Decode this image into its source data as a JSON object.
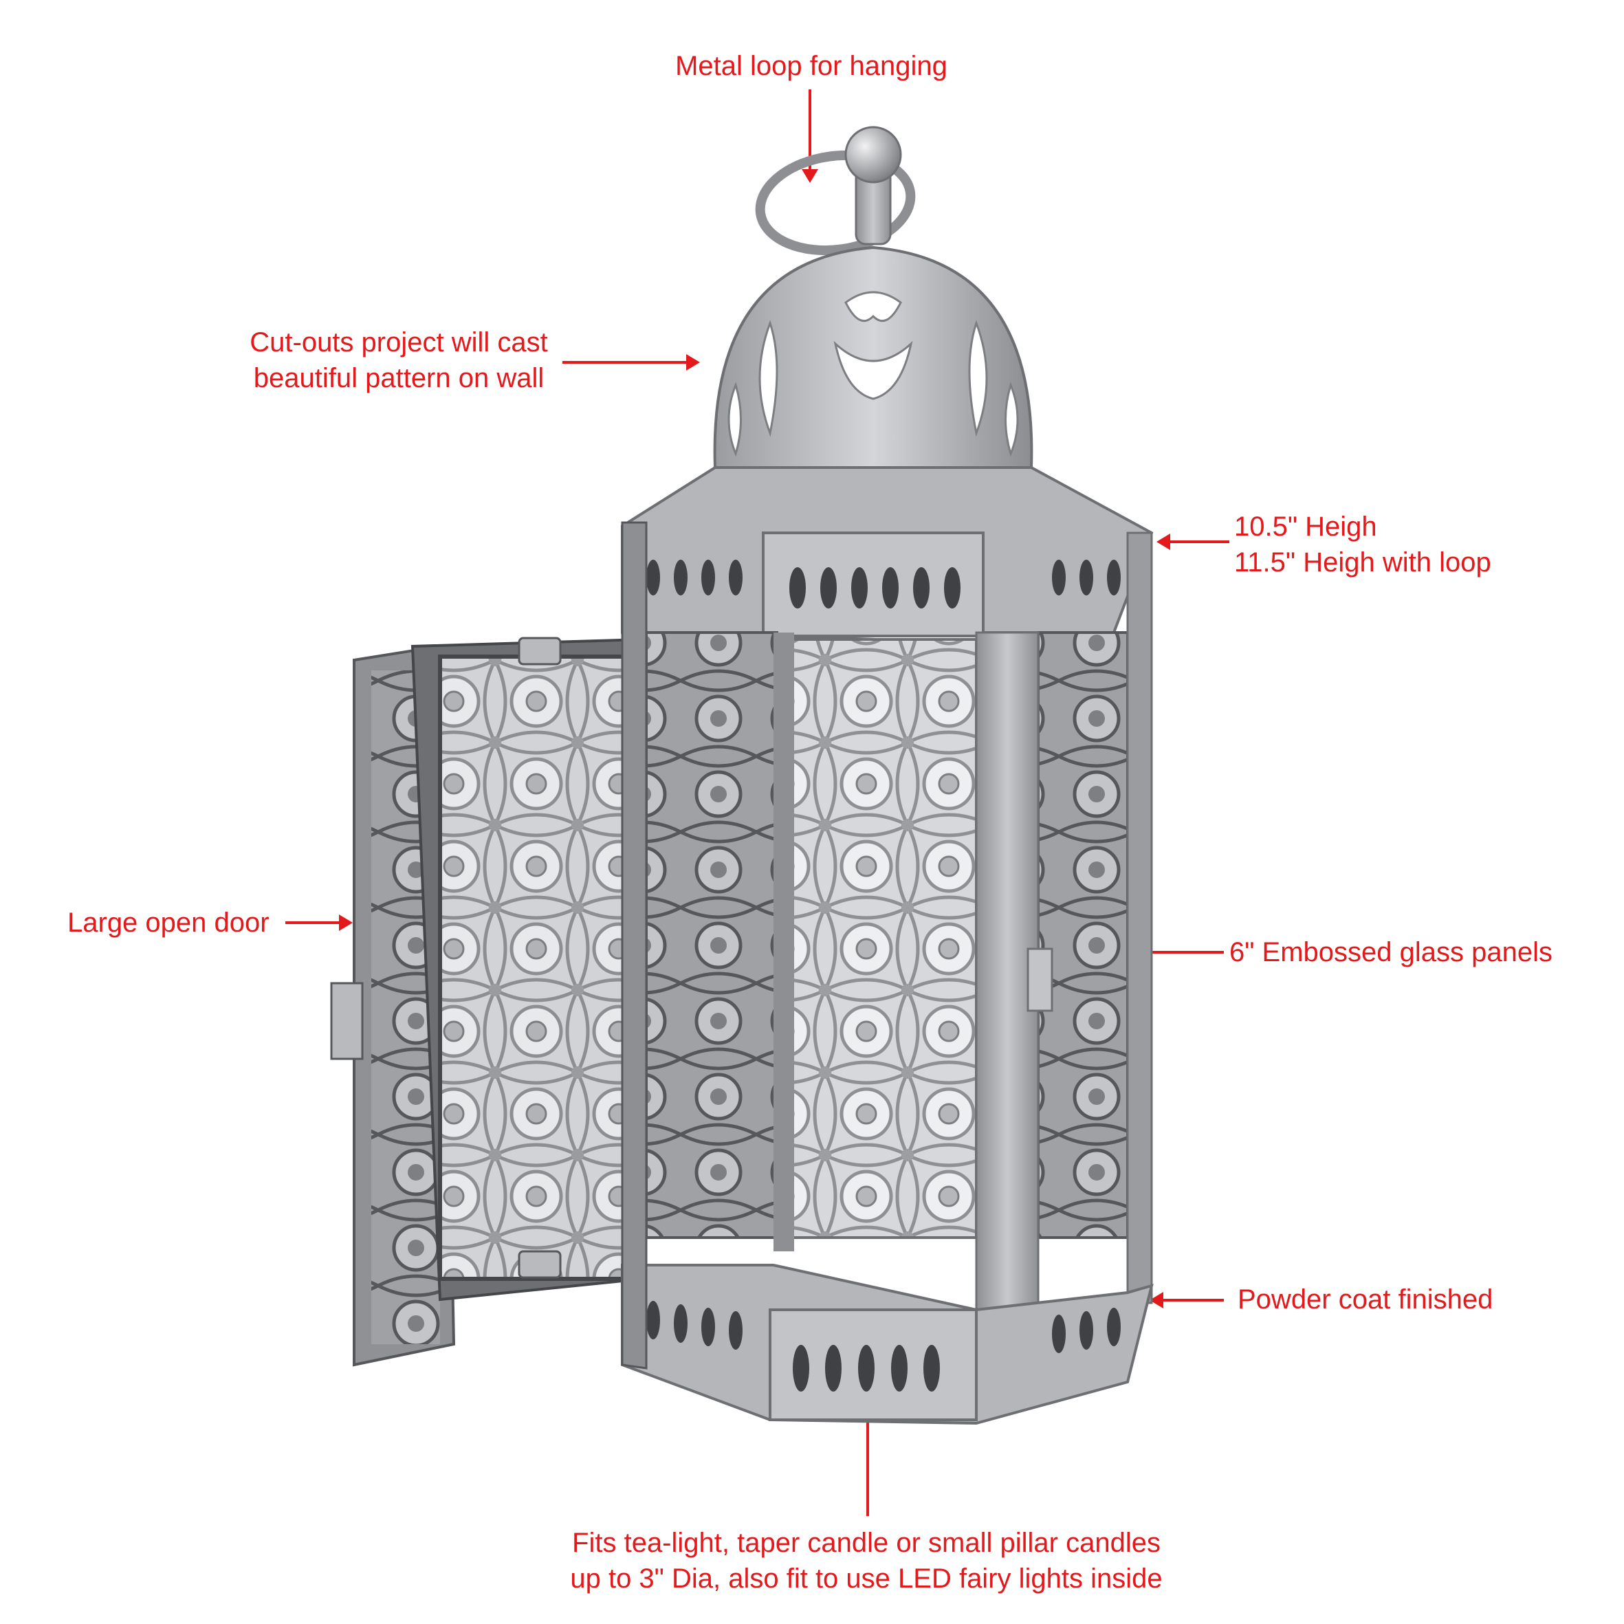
{
  "colors": {
    "annotation": "#e3191c",
    "metal": "#a7a9ac",
    "metal_dark": "#6d6f73",
    "metal_light": "#d9dadc",
    "glass": "#c9cacd",
    "background": "#ffffff"
  },
  "annotations": {
    "loop": [
      "Metal loop for hanging"
    ],
    "cutouts": [
      "Cut-outs project will cast",
      "beautiful pattern on wall"
    ],
    "height": [
      "10.5\" Heigh",
      "11.5\" Heigh with loop"
    ],
    "door": [
      "Large open door"
    ],
    "glass": [
      "6\" Embossed glass panels"
    ],
    "finish": [
      "Powder coat finished"
    ],
    "fits": [
      "Fits tea-light, taper candle or small pillar candles",
      "up to 3\" Dia, also fit to use LED fairy lights inside"
    ]
  }
}
